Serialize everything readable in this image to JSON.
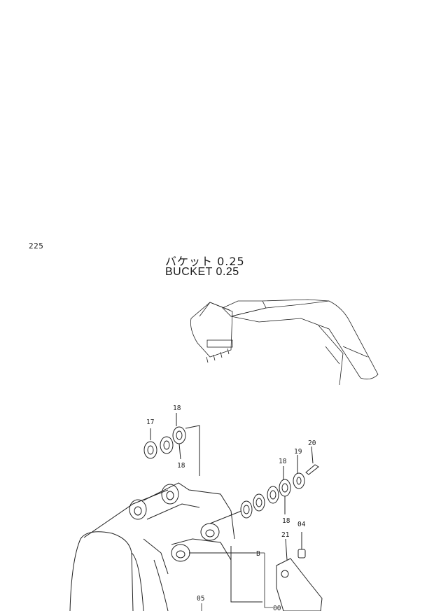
{
  "page": {
    "number": "225"
  },
  "title": {
    "japanese": "バケット 0.25",
    "english": "BUCKET 0.25"
  },
  "callouts": {
    "c17": "17",
    "c18_top": "18",
    "c18_top_lower": "18",
    "c20": "20",
    "c19": "19",
    "c18_right": "18",
    "c18_right_lower": "18",
    "c04": "04",
    "c21": "21",
    "cB": "B",
    "c05": "05",
    "c00": "00"
  }
}
